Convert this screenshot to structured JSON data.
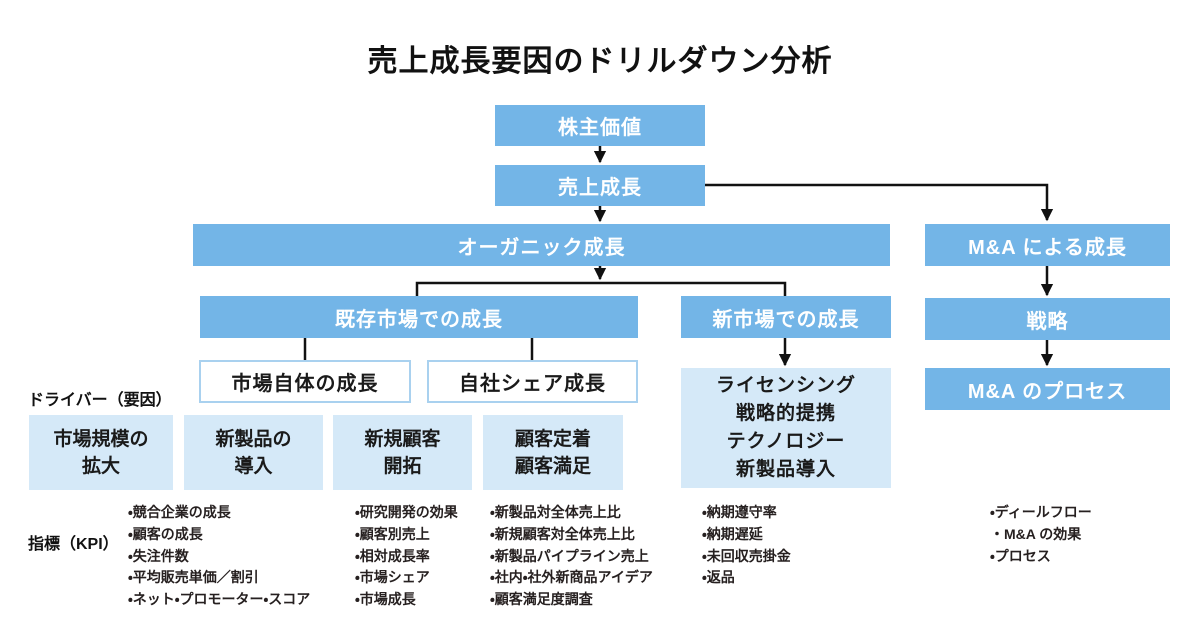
{
  "title": "売上成長要因のドリルダウン分析",
  "nodes": {
    "shareholder_value": "株主価値",
    "revenue_growth": "売上成長",
    "organic_growth": "オーガニック成長",
    "ma_growth": "M&A による成長",
    "existing_market_growth": "既存市場での成長",
    "new_market_growth": "新市場での成長",
    "market_itself_growth": "市場自体の成長",
    "own_share_growth": "自社シェア成長",
    "strategy": "戦略",
    "ma_process": "M&A のプロセス"
  },
  "new_market_driver_box": {
    "lines": [
      "ライセンシング",
      "戦略的提携",
      "テクノロジー",
      "新製品導入"
    ]
  },
  "row_labels": {
    "drivers": "ドライバー（要因）",
    "kpi": "指標（KPI）"
  },
  "driver_boxes": [
    {
      "line1": "市場規模の",
      "line2": "拡大"
    },
    {
      "line1": "新製品の",
      "line2": "導入"
    },
    {
      "line1": "新規顧客",
      "line2": "開拓"
    },
    {
      "line1": "顧客定着",
      "line2": "顧客満足"
    }
  ],
  "kpi_lists": [
    {
      "items": [
        "・競合企業の成長",
        "・顧客の成長",
        "・失注件数",
        "・平均販売単価／割引",
        "・ネット・プロモーター・スコア"
      ]
    },
    {
      "items": [
        "・研究開発の効果",
        "・顧客別売上",
        "・相対成長率",
        "・市場シェア",
        "・市場成長"
      ]
    },
    {
      "items": [
        "・新製品対全体売上比",
        "・新規顧客対全体売上比",
        "・新製品パイプライン売上",
        "・社内・社外新商品アイデア",
        "・顧客満足度調査"
      ]
    },
    {
      "items": [
        "・納期遵守率",
        "・納期遅延",
        "・未回収売掛金",
        "・返品"
      ]
    },
    {
      "items": [
        "・ディールフロー",
        "・M&A の効果",
        "・プロセス"
      ]
    }
  ],
  "colors": {
    "box_blue": "#73b5e7",
    "box_light": "#d5e9f8",
    "box_white_border": "#a9d1ef",
    "connector_line": "#111111",
    "text_dark": "#1e1e1e"
  }
}
